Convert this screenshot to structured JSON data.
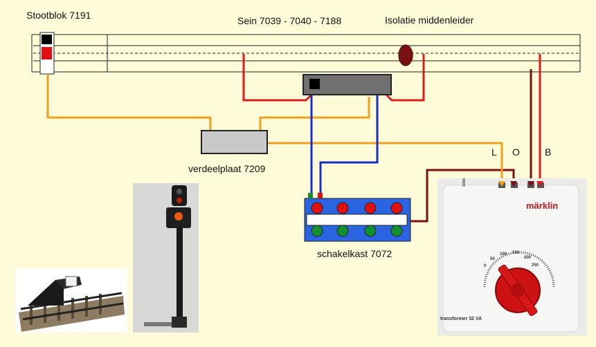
{
  "labels": {
    "stootblok": "Stootblok 7191",
    "sein": "Sein 7039  - 7040 - 7188",
    "isolatie": "Isolatie middenleider",
    "verdeelplaat": "verdeelplaat 7209",
    "schakelkast": "schakelkast 7072",
    "terminal_L": "L",
    "terminal_O": "O",
    "terminal_B": "B"
  },
  "transformer": {
    "brand": "märklin",
    "model": "transformer 32 VA",
    "dial_scale": [
      "0",
      "50",
      "100",
      "150",
      "200",
      "250"
    ]
  },
  "colors": {
    "background": "#fdfbd8",
    "wire_red": "#e01b1b",
    "wire_brown": "#7a1010",
    "wire_orange": "#f0a020",
    "wire_blue": "#1530c8",
    "switch_box": "#2a64e0",
    "button_red": "#e01010",
    "button_green": "#109030"
  }
}
